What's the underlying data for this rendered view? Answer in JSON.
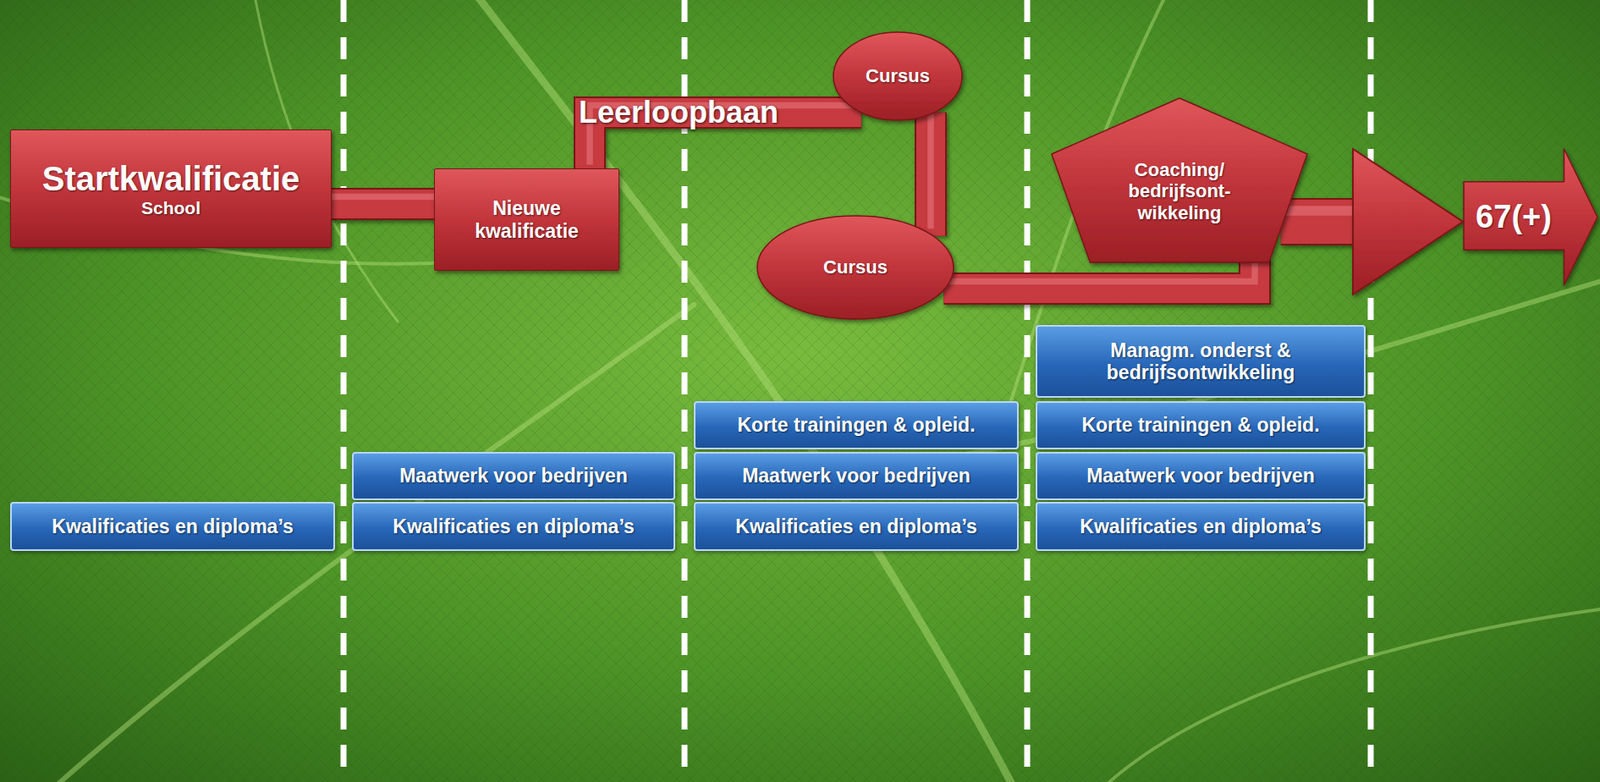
{
  "diagram": {
    "nodes": [
      {
        "text": [
          "Startkwalificatie",
          "School"
        ]
      },
      {
        "text": [
          "Nieuwe kwalificatie"
        ]
      },
      {
        "text": [
          "Cursus"
        ]
      },
      {
        "text": [
          "Cursus"
        ]
      },
      {
        "text": [
          "Coaching/ bedrijfsont- wikkeling"
        ]
      },
      {
        "text": [
          "67(+)"
        ]
      },
      {
        "text": [
          "Kwalificaties en diploma’s"
        ]
      },
      {
        "text": [
          "Maatwerk voor bedrijven"
        ]
      },
      {
        "text": [
          "Kwalificaties en diploma’s"
        ]
      },
      {
        "text": [
          "Korte trainingen & opleid."
        ]
      },
      {
        "text": [
          "Maatwerk voor bedrijven"
        ]
      },
      {
        "text": [
          "Kwalificaties en diploma’s"
        ]
      },
      {
        "text": [
          "Managm. onderst & bedrijfsontwikkeling"
        ]
      },
      {
        "text": [
          "Korte trainingen & opleid."
        ]
      },
      {
        "text": [
          "Maatwerk voor bedrijven"
        ]
      },
      {
        "text": [
          "Kwalificaties en diploma’s"
        ]
      }
    ],
    "edges": [
      {
        "from": 0,
        "to": 1,
        "arrow": "none"
      },
      {
        "from": 1,
        "to": 2,
        "arrow": "none",
        "label": "Leerloopbaan"
      },
      {
        "from": 2,
        "to": 3,
        "arrow": "none"
      },
      {
        "from": 3,
        "to": 4,
        "arrow": "none"
      },
      {
        "from": 4,
        "to": 5,
        "arrow": "to"
      }
    ]
  }
}
